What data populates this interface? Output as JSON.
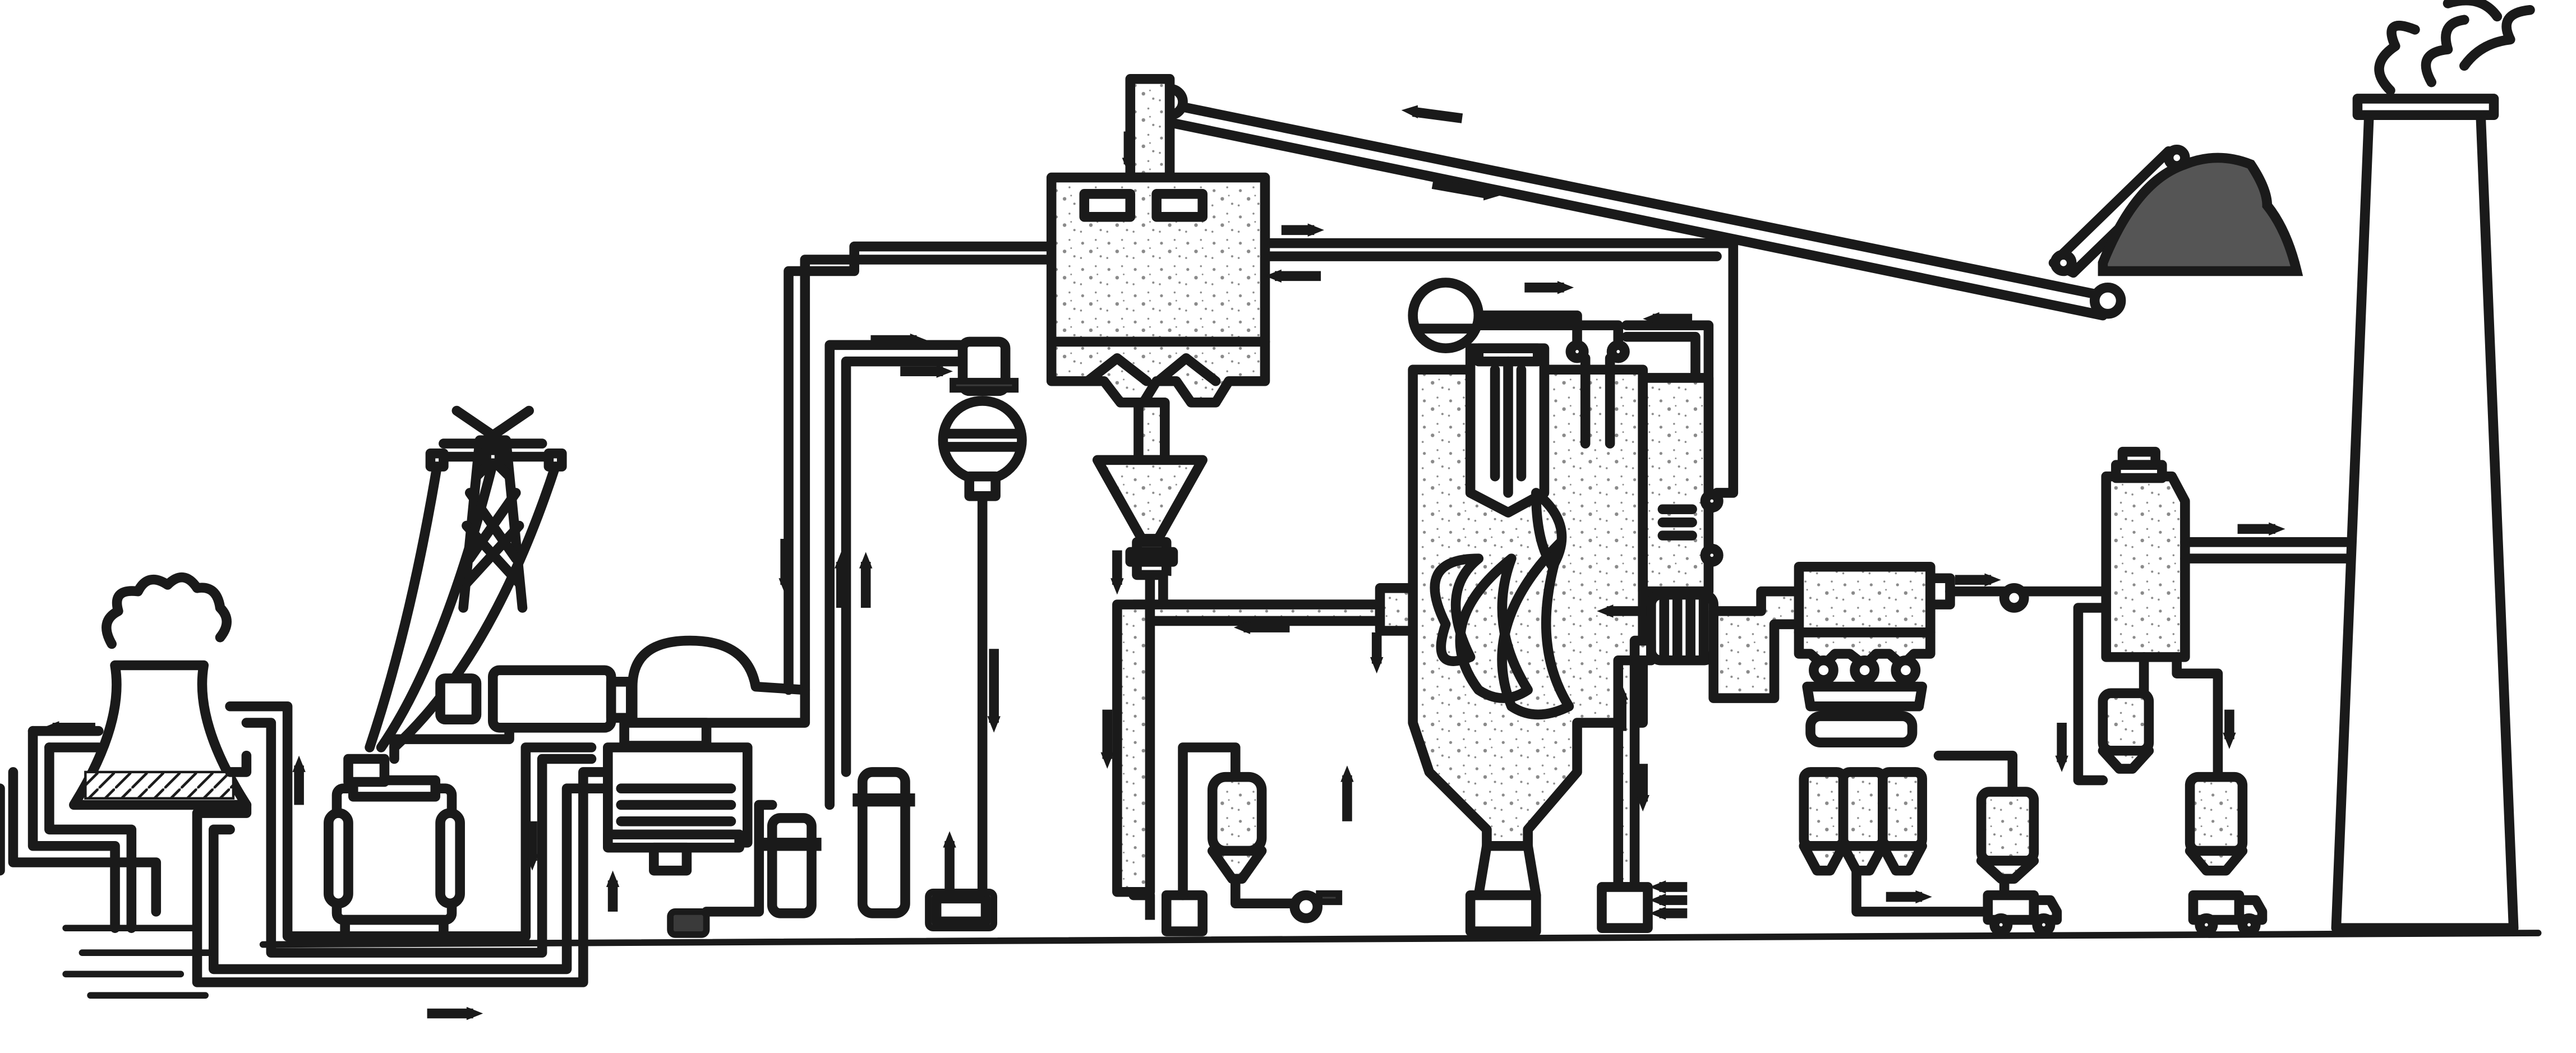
{
  "diagram": {
    "type": "thermal-power-plant-process-schematic",
    "colors": {
      "line": "#1a1a1a",
      "background": "#ffffff",
      "coal_pile": "#555555",
      "speckle": "#8a8a8a"
    },
    "components": [
      "cooling-tower",
      "transmission-tower",
      "generator",
      "steam-turbine",
      "condenser",
      "feedwater-heater",
      "deaerator",
      "boiler-feed-pump",
      "coal-conveyor",
      "coal-pile",
      "coal-bunker",
      "coal-mill",
      "boiler",
      "steam-drum",
      "air-preheater",
      "electrostatic-precipitator",
      "flue-gas-desulfurization-unit",
      "ash-silo",
      "ash-truck",
      "chimney"
    ],
    "icons": {
      "flow_arrow": "arrow-icon",
      "smoke": "smoke-icon",
      "truck": "truck-icon"
    }
  }
}
